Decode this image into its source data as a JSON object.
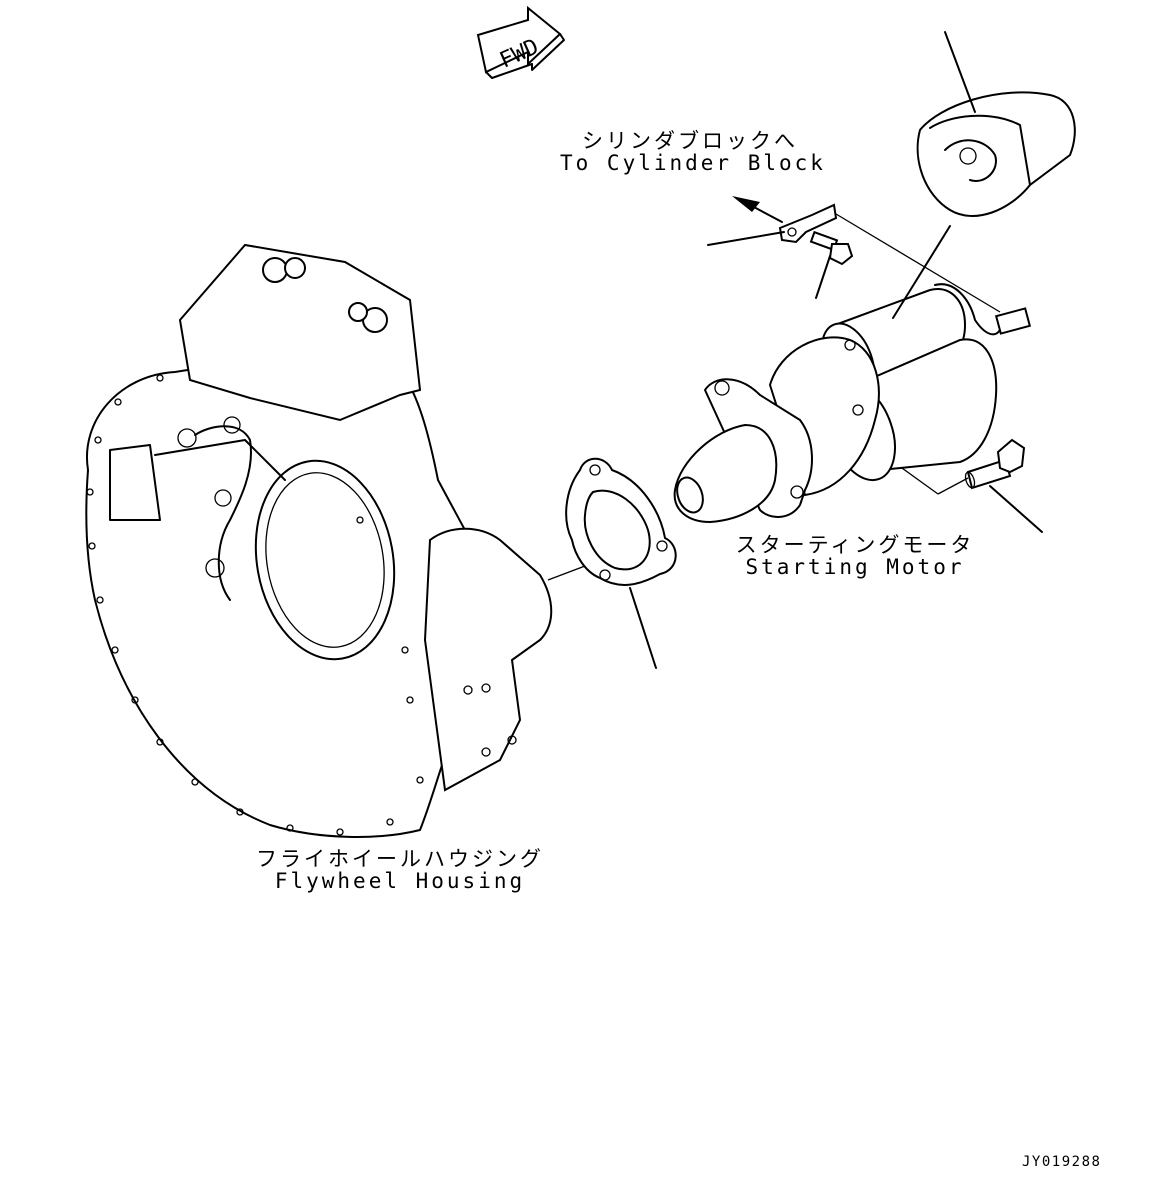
{
  "fwd_badge": {
    "text": "FWD"
  },
  "labels": {
    "cylinder_block": {
      "jp": "シリンダブロックへ",
      "en": "To Cylinder Block"
    },
    "starting_motor": {
      "jp": "スターティングモータ",
      "en": "Starting Motor"
    },
    "flywheel_housing": {
      "jp": "フライホイールハウジング",
      "en": "Flywheel Housing"
    }
  },
  "drawing_id": "JY019288"
}
